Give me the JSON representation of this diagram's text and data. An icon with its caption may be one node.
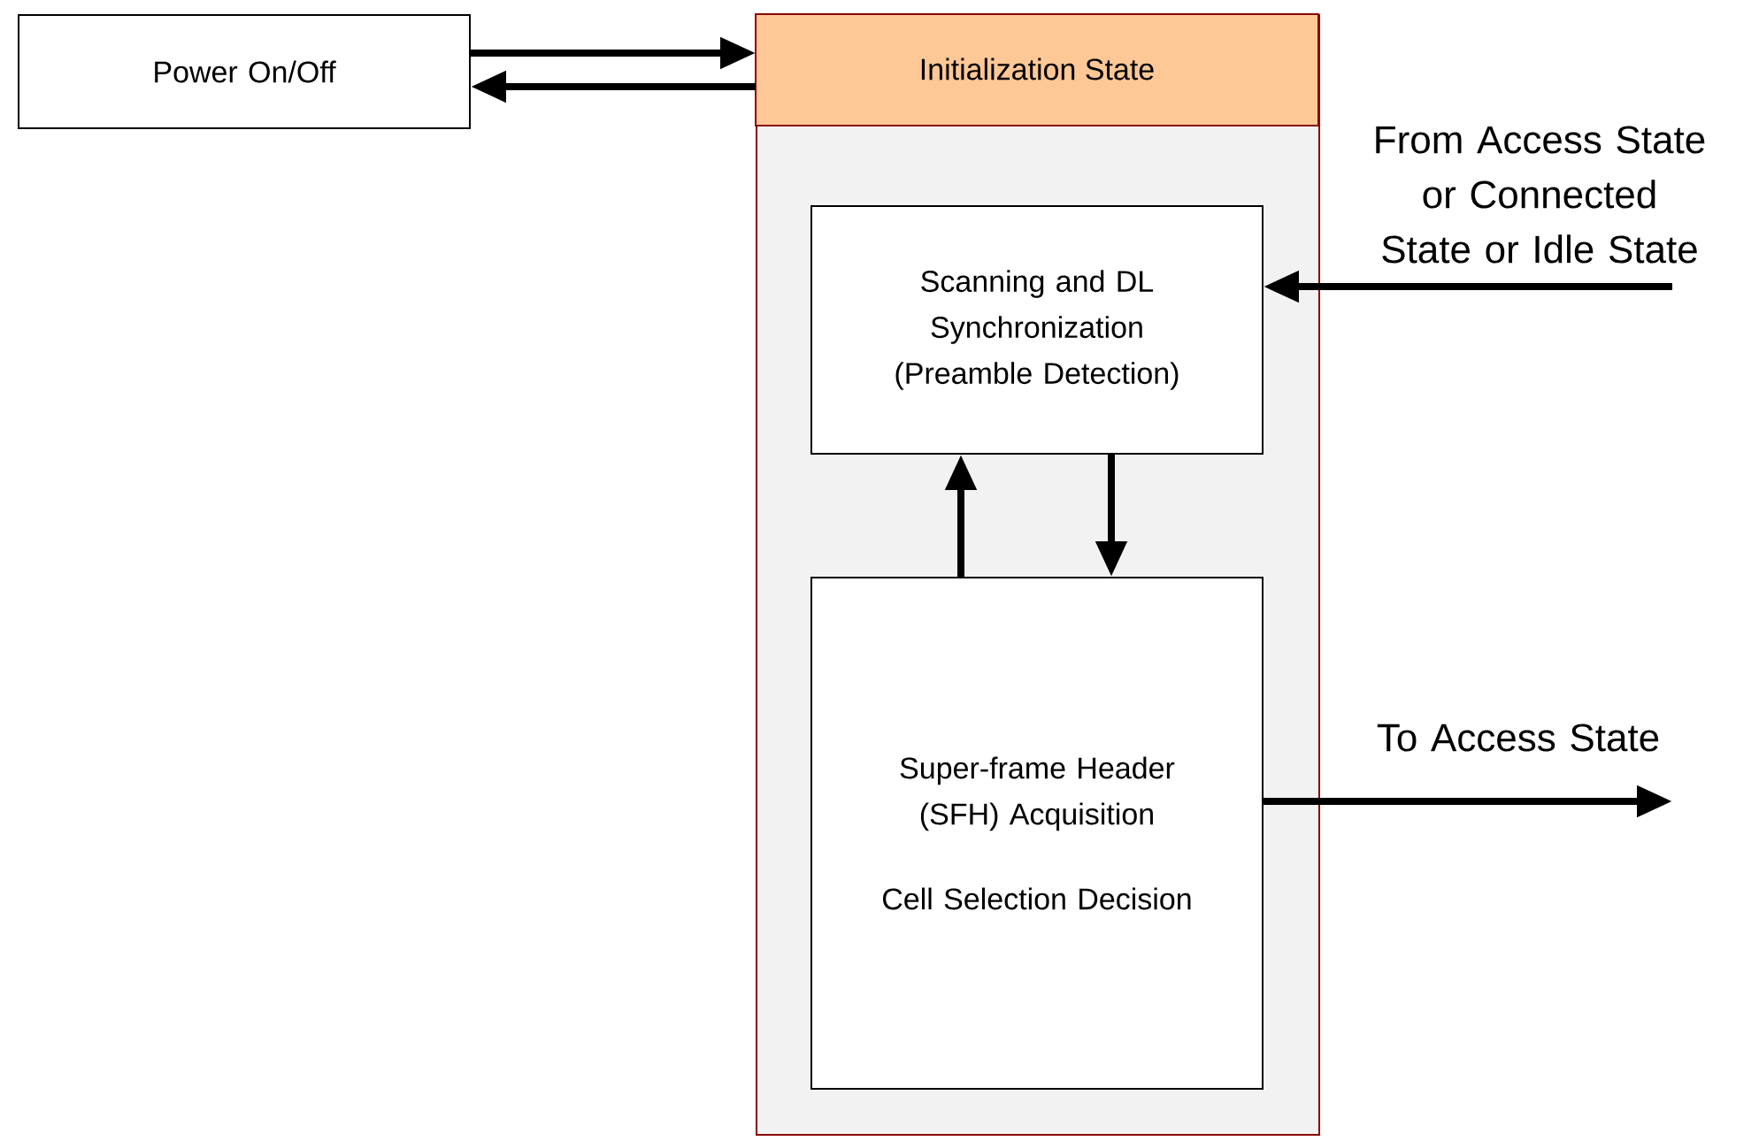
{
  "diagram": {
    "nodes": [
      {
        "text": [
          "Power On/Off"
        ]
      },
      {
        "text": [
          "Initialization State"
        ]
      },
      {
        "text": [
          "Scanning and DL Synchronization (Preamble Detection)"
        ],
        "in": 1
      },
      {
        "text": [
          "Super-frame Header (SFH) Acquisition",
          "Cell Selection Decision"
        ],
        "in": 1
      }
    ],
    "edges": [
      {
        "from": 0,
        "to": 1,
        "arrow": "to"
      },
      {
        "from": 1,
        "to": 0,
        "arrow": "to"
      },
      {
        "from": null,
        "to": 2,
        "arrow": "to",
        "label": "From Access State or Connected State or Idle State"
      },
      {
        "from": 3,
        "to": 2,
        "arrow": "to"
      },
      {
        "from": 2,
        "to": 3,
        "arrow": "to"
      },
      {
        "from": 3,
        "to": null,
        "arrow": "to",
        "label": "To Access State"
      }
    ]
  }
}
